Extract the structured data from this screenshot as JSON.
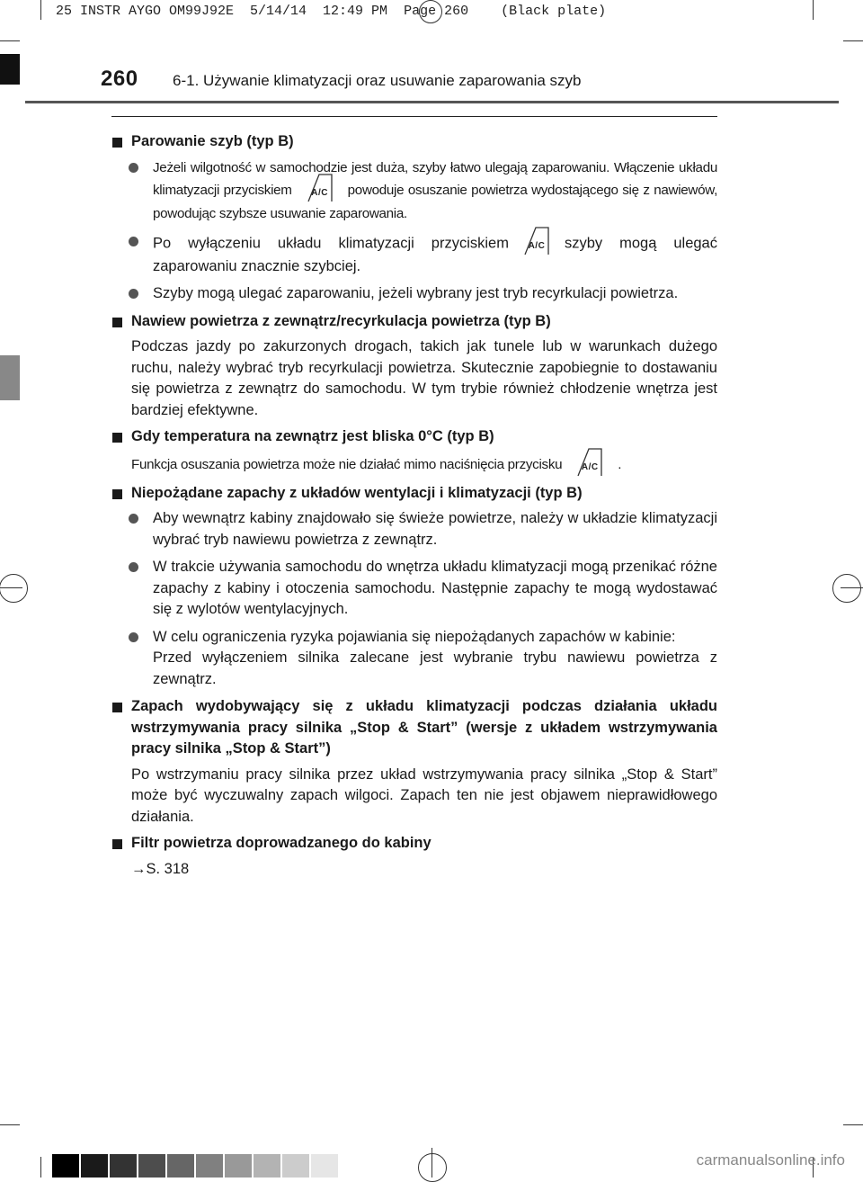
{
  "slug": "25 INSTR AYGO OM99J92E  5/14/14  12:49 PM  Page 260    (Black plate)",
  "header": {
    "page_number": "260",
    "title": "6-1. Używanie klimatyzacji oraz usuwanie zaparowania szyb"
  },
  "ac_label": "A/C",
  "sections": {
    "s1": {
      "heading": "Parowanie szyb (typ B)",
      "b1_part1": "Jeżeli wilgotność w samochodzie jest duża, szyby łatwo ulegają zaparowaniu. Włączenie układu klimatyzacji przyciskiem",
      "b1_part2": "powoduje osuszanie powietrza wydostającego się z nawiewów, powodując szybsze usuwanie zaparowania.",
      "b2_part1": "Po wyłączeniu układu klimatyzacji przyciskiem",
      "b2_part2": "szyby mogą ulegać zaparowaniu znacznie szybciej.",
      "b3": "Szyby mogą ulegać zaparowaniu, jeżeli wybrany jest tryb recyrkulacji powietrza."
    },
    "s2": {
      "heading": "Nawiew powietrza z zewnątrz/recyrkulacja powietrza (typ B)",
      "text": "Podczas jazdy po zakurzonych drogach, takich jak tunele lub w warunkach dużego ruchu, należy wybrać tryb recyrkulacji powietrza. Skutecznie zapobiegnie to dostawaniu się powietrza z zewnątrz do samochodu. W tym trybie również chłodzenie wnętrza jest bardziej efektywne."
    },
    "s3": {
      "heading": "Gdy temperatura na zewnątrz jest bliska 0°C (typ B)",
      "text": "Funkcja osuszania powietrza może nie działać mimo naciśnięcia przycisku",
      "end": "."
    },
    "s4": {
      "heading": "Niepożądane zapachy z układów wentylacji i klimatyzacji (typ B)",
      "b1": "Aby wewnątrz kabiny znajdowało się świeże powietrze, należy w układzie klimatyzacji wybrać tryb nawiewu powietrza z zewnątrz.",
      "b2": "W trakcie używania samochodu do wnętrza układu klimatyzacji mogą przenikać różne zapachy z kabiny i otoczenia samochodu. Następnie zapachy te mogą wydostawać się z wylotów wentylacyjnych.",
      "b3_line1": "W celu ograniczenia ryzyka pojawiania się niepożądanych zapachów w kabinie:",
      "b3_line2": "Przed wyłączeniem silnika zalecane jest wybranie trybu nawiewu powietrza z zewnątrz."
    },
    "s5": {
      "heading": "Zapach wydobywający się z układu klimatyzacji podczas działania układu wstrzymywania pracy silnika „Stop & Start” (wersje z układem wstrzymywania pracy silnika „Stop & Start”)",
      "text": "Po wstrzymaniu pracy silnika przez układ wstrzymywania pracy silnika „Stop & Start” może być wyczuwalny zapach wilgoci. Zapach ten nie jest objawem nieprawidłowego działania."
    },
    "s6": {
      "heading": "Filtr powietrza doprowadzanego do kabiny",
      "ref": "→S. 318"
    }
  },
  "watermark": "carmanualsonline.info",
  "colors": {
    "text": "#1a1a1a",
    "bullet": "#555555",
    "rule": "#555555"
  }
}
